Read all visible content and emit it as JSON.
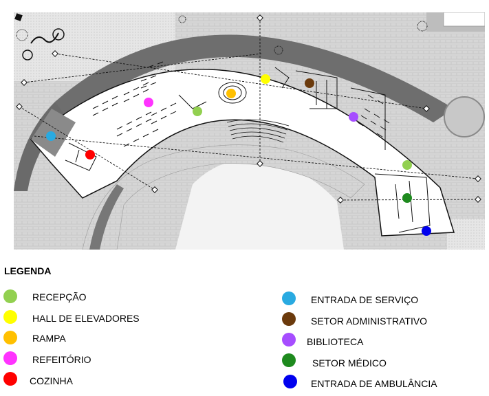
{
  "legend": {
    "title": "LEGENDA",
    "items": [
      {
        "key": "recepcao",
        "label": "RECEPÇÃO",
        "color": "#92d050"
      },
      {
        "key": "hall",
        "label": "HALL DE ELEVADORES",
        "color": "#ffff00"
      },
      {
        "key": "rampa",
        "label": "RAMPA",
        "color": "#ffc000"
      },
      {
        "key": "refeitorio",
        "label": "REFEITÓRIO",
        "color": "#ff33ff"
      },
      {
        "key": "cozinha",
        "label": "COZINHA",
        "color": "#ff0000"
      },
      {
        "key": "entrada_servico",
        "label": "ENTRADA DE SERVIÇO",
        "color": "#29aae1"
      },
      {
        "key": "administrativo",
        "label": "SETOR ADMINISTRATIVO",
        "color": "#6b3a0c"
      },
      {
        "key": "biblioteca",
        "label": "BIBLIOTECA",
        "color": "#a64dff"
      },
      {
        "key": "medico",
        "label": "SETOR MÉDICO",
        "color": "#1e8a1e"
      },
      {
        "key": "ambulancia",
        "label": "ENTRADA DE AMBULÂNCIA",
        "color": "#0000ee"
      }
    ]
  },
  "plan": {
    "ground_color": "#d4d4d4",
    "roof_color": "#6e6e6e",
    "floor_color": "#ffffff",
    "line_color": "#111111"
  }
}
